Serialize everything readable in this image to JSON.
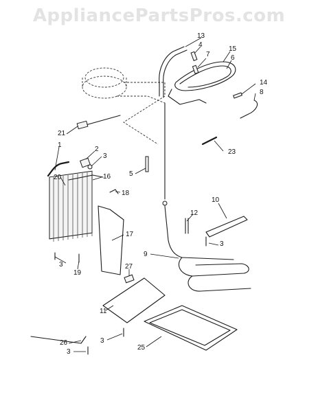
{
  "watermark": "AppliancePartsPros.com",
  "callouts": [
    "13",
    "4",
    "7",
    "15",
    "6",
    "14",
    "8",
    "21",
    "1",
    "2",
    "3",
    "23",
    "5",
    "20",
    "16",
    "18",
    "10",
    "12",
    "17",
    "9",
    "3",
    "3",
    "19",
    "27",
    "11",
    "3",
    "26",
    "3",
    "25"
  ],
  "colors": {
    "line": "#1a1a1a",
    "watermark": "#e3e3e3",
    "background": "#ffffff"
  }
}
